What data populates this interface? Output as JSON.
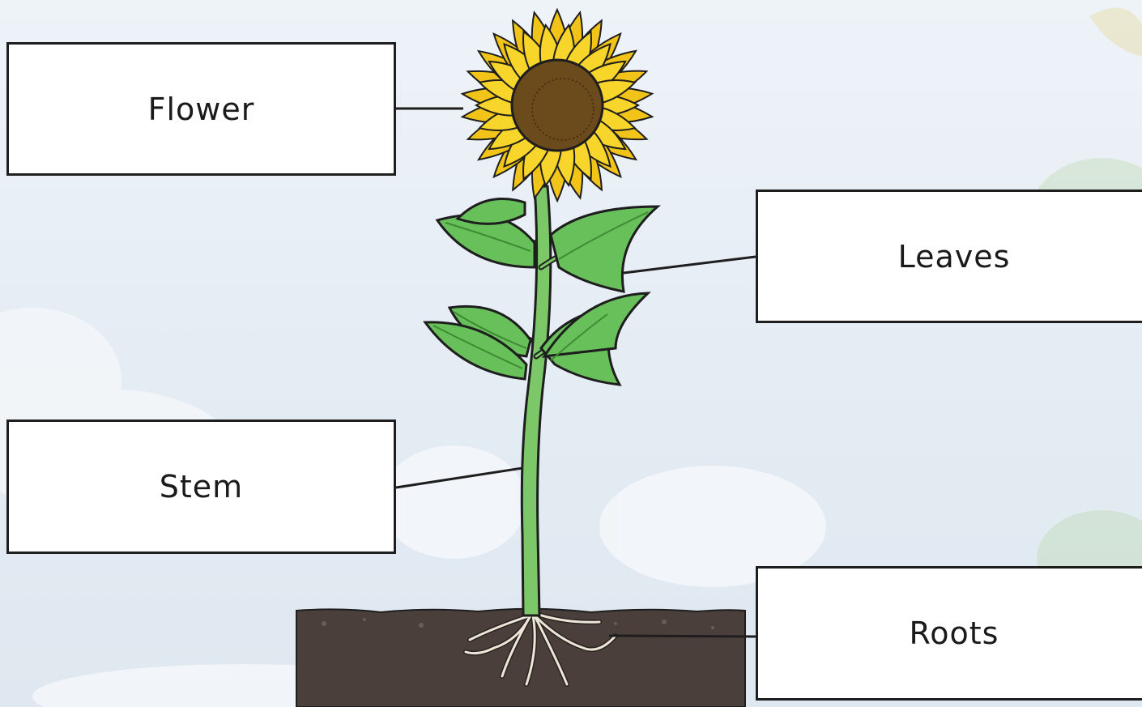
{
  "labels": {
    "flower": "Flower",
    "leaves": "Leaves",
    "stem": "Stem",
    "roots": "Roots"
  },
  "colors": {
    "sky": "#e6edf4",
    "soil": "#4a3f3a",
    "stem": "#7cc868",
    "leaf": "#68c05a",
    "petal": "#f7cf1f",
    "center": "#6b4a1c",
    "outline": "#1e1e1e"
  }
}
